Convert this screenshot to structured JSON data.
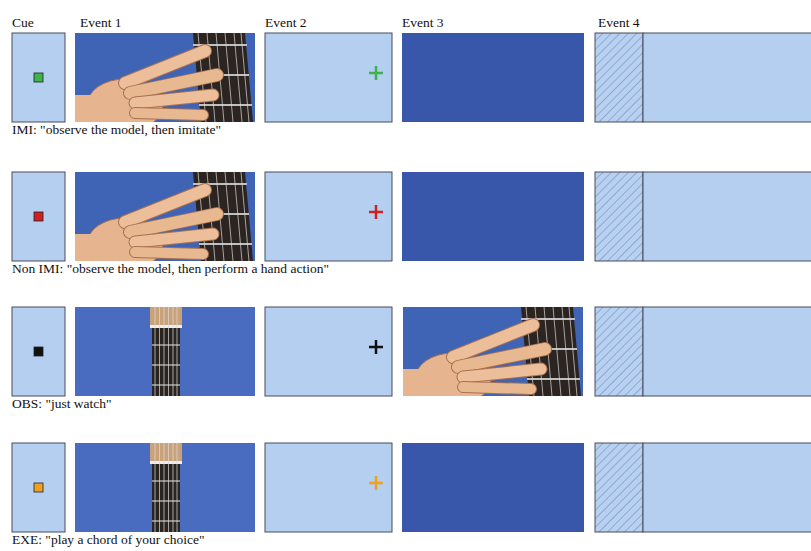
{
  "diagram": {
    "labels": [
      "Cue",
      "Event 1",
      "Event 2",
      "Event 3",
      "Event 4",
      "IMI: \"observe the model, then imitate\"",
      "Non IMI: \"observe the model, then perform a hand action\"",
      "OBS: \"just watch\"",
      "EXE: \"play a chord of your choice\""
    ]
  }
}
